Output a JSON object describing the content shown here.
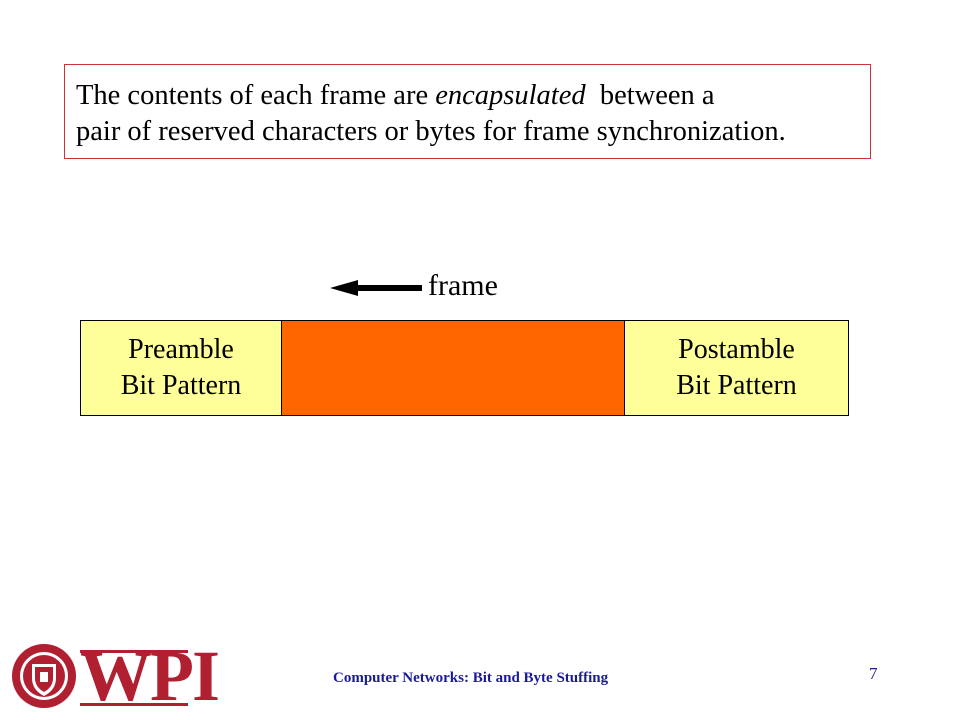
{
  "callout": {
    "line1_before": "The contents of each frame are ",
    "line1_em": "encapsulated",
    "line1_after": "  between a",
    "line2": "pair of reserved characters or bytes for frame synchronization."
  },
  "diagram": {
    "frame_label": "frame",
    "preamble": {
      "line1": "Preamble",
      "line2": "Bit Pattern"
    },
    "postamble": {
      "line1": "Postamble",
      "line2": "Bit Pattern"
    }
  },
  "footer": {
    "logo_text": "WPI",
    "course_title": "Computer Networks: Bit and Byte Stuffing",
    "page_number": "7"
  },
  "colors": {
    "callout_border": "#cc3333",
    "preamble_fill": "#ffff99",
    "payload_fill": "#ff6600",
    "footer_text": "#1a1a99",
    "logo": "#b02030"
  }
}
